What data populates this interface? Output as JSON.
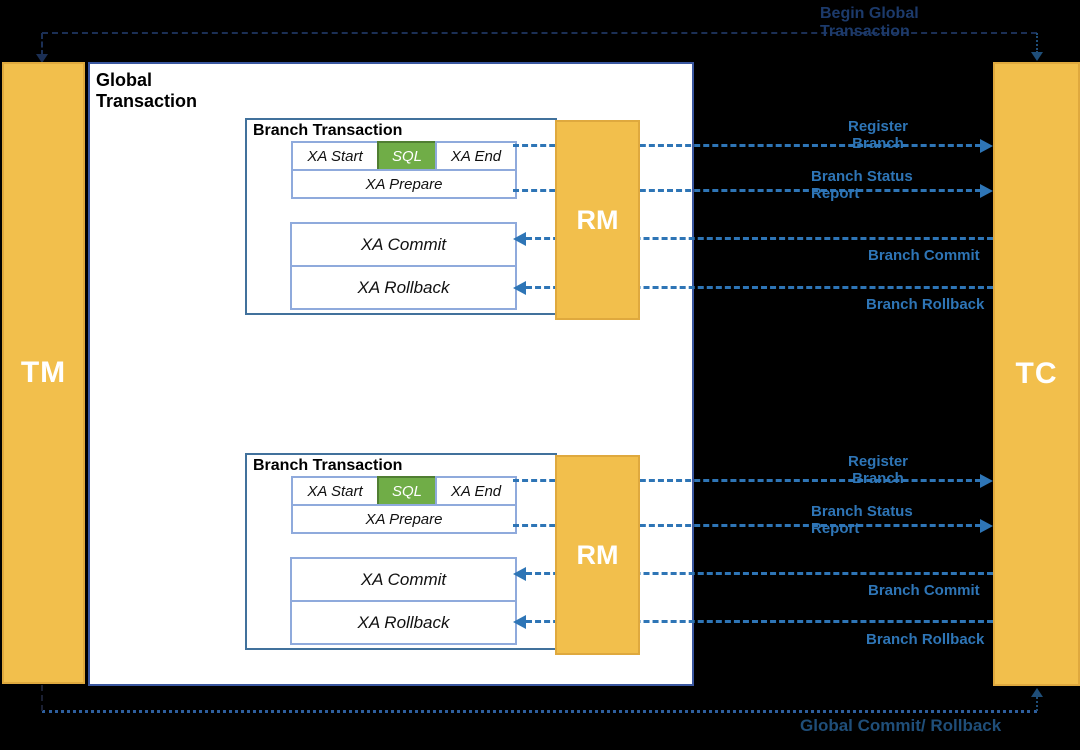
{
  "nodes": {
    "tm_label": "TM",
    "tc_label": "TC",
    "rm_label": "RM"
  },
  "global_transaction": {
    "title_line1": "Global",
    "title_line2": "Transaction"
  },
  "branches": [
    {
      "title": "Branch Transaction",
      "xa_start": "XA Start",
      "sql": "SQL",
      "xa_end": "XA End",
      "xa_prepare": "XA Prepare",
      "xa_commit": "XA Commit",
      "xa_rollback": "XA Rollback",
      "rm_label": "RM",
      "labels": {
        "register_line1": "Register",
        "register_line2": "Branch",
        "status_line1": "Branch Status",
        "status_line2": "Report",
        "commit": "Branch Commit",
        "rollback": "Branch Rollback"
      }
    },
    {
      "title": "Branch Transaction",
      "xa_start": "XA Start",
      "sql": "SQL",
      "xa_end": "XA End",
      "xa_prepare": "XA Prepare",
      "xa_commit": "XA Commit",
      "xa_rollback": "XA Rollback",
      "rm_label": "RM",
      "labels": {
        "register_line1": "Register",
        "register_line2": "Branch",
        "status_line1": "Branch Status",
        "status_line2": "Report",
        "commit": "Branch Commit",
        "rollback": "Branch Rollback"
      }
    }
  ],
  "flows": {
    "begin_line1": "Begin Global",
    "begin_line2": "Transaction",
    "global_end": "Global Commit/ Rollback"
  },
  "colors": {
    "background": "#000000",
    "bar_fill": "#F2BF4C",
    "bar_border": "#DFA93E",
    "global_border": "#3A57A0",
    "branch_border": "#41719C",
    "inner_cell_border": "#8FAADC",
    "sql_fill": "#70AD47",
    "sql_border": "#507E32",
    "arrow_blue": "#2E75B6",
    "begin_label": "#1C3A6B",
    "end_label": "#1F4E79"
  }
}
